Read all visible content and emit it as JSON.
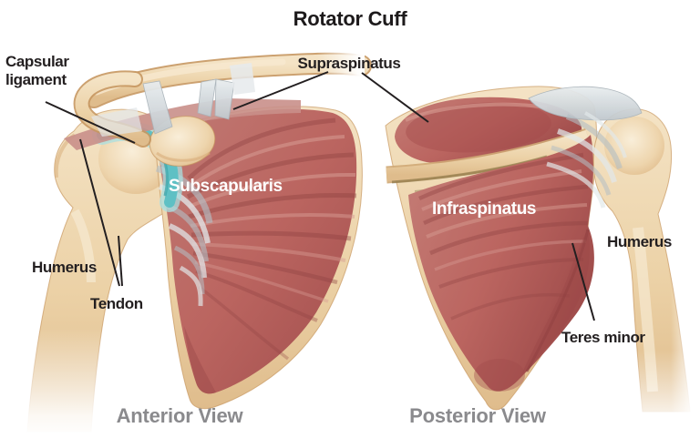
{
  "title": "Rotator Cuff",
  "shared_labels": {
    "supraspinatus": "Supraspinatus"
  },
  "anterior": {
    "view_label": "Anterior View",
    "labels": {
      "capsular_ligament": "Capsular\nligament",
      "subscapularis": "Subscapularis",
      "humerus": "Humerus",
      "tendon": "Tendon"
    }
  },
  "posterior": {
    "view_label": "Posterior View",
    "labels": {
      "infraspinatus": "Infraspinatus",
      "humerus": "Humerus",
      "teres_minor": "Teres minor"
    }
  },
  "colors": {
    "background": "#ffffff",
    "label_text": "#231f20",
    "muscle_label_text": "#ffffff",
    "view_label_text": "#8a8a8d",
    "muscle_red": "#b9625e",
    "muscle_red_dark": "#9c4a49",
    "muscle_red_light": "#d49a90",
    "bone_beige": "#eed5ad",
    "bone_shadow": "#d3a976",
    "tendon_gray": "#c2cacf",
    "capsule_teal": "#5fc0c4",
    "leader_line": "#231f20"
  }
}
